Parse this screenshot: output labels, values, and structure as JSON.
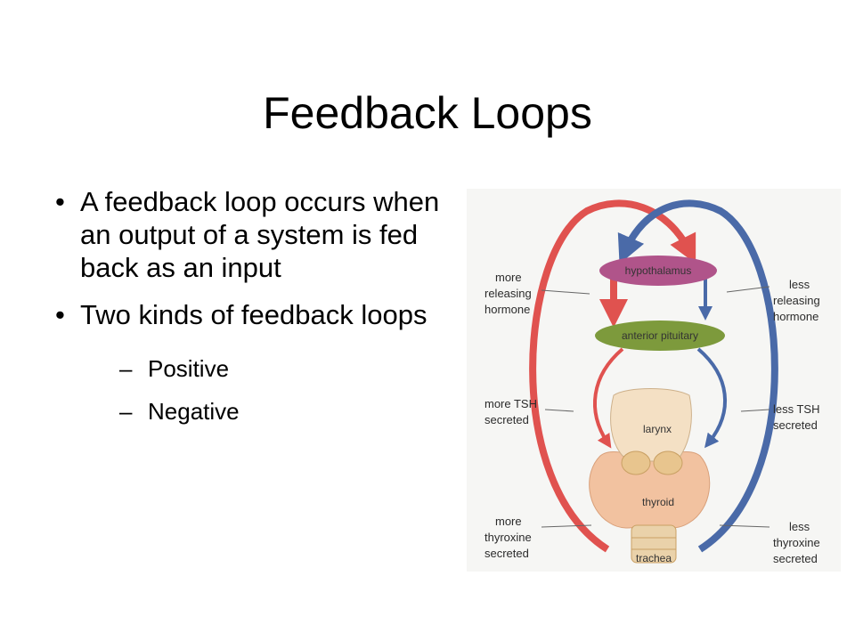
{
  "slide": {
    "title": "Feedback Loops",
    "bullets": [
      {
        "text": "A feedback loop occurs when an output of a system is fed back as an input"
      },
      {
        "text": "Two kinds of feedback loops",
        "sub": [
          "Positive",
          "Negative"
        ]
      }
    ]
  },
  "figure": {
    "organs": {
      "hypothalamus": "hypothalamus",
      "anterior_pituitary": "anterior pituitary",
      "larynx": "larynx",
      "thyroid": "thyroid",
      "trachea": "trachea"
    },
    "left_labels": [
      [
        "more",
        "releasing",
        "hormone"
      ],
      [
        "more TSH",
        "secreted"
      ],
      [
        "more",
        "thyroxine",
        "secreted"
      ]
    ],
    "right_labels": [
      [
        "less",
        "releasing",
        "hormone"
      ],
      [
        "less TSH",
        "secreted"
      ],
      [
        "less",
        "thyroxine",
        "secreted"
      ]
    ],
    "colors": {
      "stimulate_arrow": "#e0524f",
      "inhibit_arrow": "#4a6aa8",
      "hypothalamus": "#b0548a",
      "anterior_pituitary": "#7d9a3c",
      "background": "#f6f6f4"
    }
  }
}
